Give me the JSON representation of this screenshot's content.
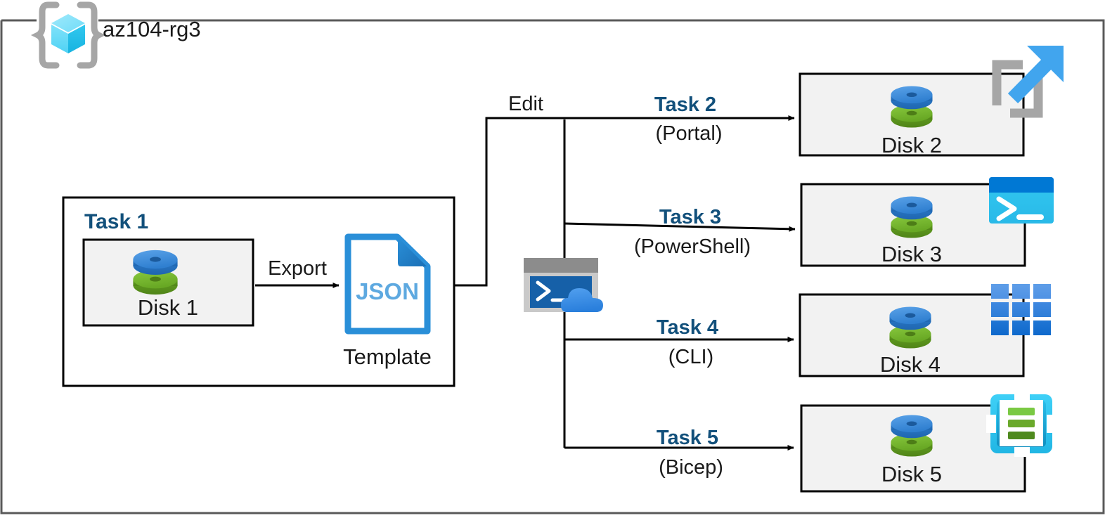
{
  "resource_group": {
    "name": "az104-rg3",
    "icon": "resource-group-icon"
  },
  "task1": {
    "heading": "Task 1",
    "disk": {
      "label": "Disk 1",
      "icon": "managed-disk-icon"
    },
    "export_label": "Export",
    "template": {
      "file_text": "JSON",
      "caption": "Template",
      "icon": "json-file-icon"
    }
  },
  "hub": {
    "edit_label": "Edit",
    "icon": "cloud-shell-icon"
  },
  "branches": [
    {
      "task": "Task 2",
      "method": "(Portal)",
      "disk_label": "Disk 2",
      "tool_icon": "azure-portal-icon",
      "disk_icon": "managed-disk-icon"
    },
    {
      "task": "Task 3",
      "method": "(PowerShell)",
      "disk_label": "Disk 3",
      "tool_icon": "powershell-icon",
      "disk_icon": "managed-disk-icon"
    },
    {
      "task": "Task 4",
      "method": "(CLI)",
      "disk_label": "Disk 4",
      "tool_icon": "azure-cli-icon",
      "disk_icon": "managed-disk-icon"
    },
    {
      "task": "Task 5",
      "method": "(Bicep)",
      "disk_label": "Disk 5",
      "tool_icon": "bicep-icon",
      "disk_icon": "managed-disk-icon"
    }
  ],
  "colors": {
    "accent_task": "#12507b",
    "rg_border": "#595959",
    "box_border": "#000000",
    "box_fill": "#f2f2f2",
    "json_blue": "#2a8fd8",
    "json_text": "#5ea9e0",
    "disk_blue": "#3e8ede",
    "disk_green": "#75b52b",
    "portal_gray": "#a6a6a6",
    "portal_arrow": "#41a5ee",
    "powershell_bar": "#0078d4",
    "powershell_body": "#30c5f0",
    "cli_tile": "#2a7ed4",
    "bicep_frame": "#32c5f4",
    "bicep_bar_1": "#7ac943",
    "bicep_bar_2": "#6aa92b",
    "bicep_bar_3": "#4f8a1e",
    "shell_frame": "#9a9a9a",
    "shell_body": "#1660a8",
    "shell_cloud": "#3e92e8"
  }
}
